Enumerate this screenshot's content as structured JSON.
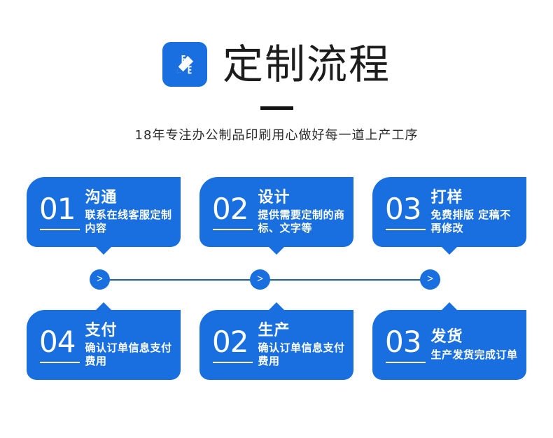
{
  "header": {
    "icon_name": "pencil-edit-icon",
    "title": "定制流程",
    "subtitle": "18年专注办公制品印刷用心做好每一道上产工序",
    "accent_color": "#1a6fe0",
    "underline_color": "#111111"
  },
  "rows": [
    {
      "id": "row-1",
      "cards": [
        {
          "number": "01",
          "title": "沟通",
          "desc": "联系在线客服定制内容"
        },
        {
          "number": "02",
          "title": "设计",
          "desc": "提供需要定制的商标、文字等"
        },
        {
          "number": "03",
          "title": "打样",
          "desc": "免费排版 定稿不再修改"
        }
      ]
    },
    {
      "id": "row-2",
      "cards": [
        {
          "number": "04",
          "title": "支付",
          "desc": "确认订单信息支付费用"
        },
        {
          "number": "02",
          "title": "生产",
          "desc": "确认订单信息支付费用"
        },
        {
          "number": "03",
          "title": "发货",
          "desc": "生产发货完成订单"
        }
      ]
    }
  ],
  "connector": {
    "line_color": "#1f5fa8",
    "node_color": "#1a6fe0",
    "nodes": [
      {
        "glyph": ">",
        "name": "chevron-right-icon"
      },
      {
        "glyph": ">",
        "name": "chevron-right-icon"
      },
      {
        "glyph": ">",
        "name": "chevron-right-icon"
      }
    ]
  }
}
